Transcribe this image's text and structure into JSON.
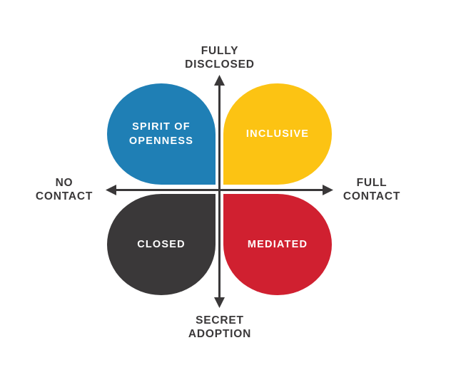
{
  "colors": {
    "axis": "#3A3839",
    "axis_label_text": "#3A3839",
    "petal_text": "#FFFFFF"
  },
  "axes": {
    "top": {
      "line1": "FULLY",
      "line2": "DISCLOSED"
    },
    "bottom": {
      "line1": "SECRET",
      "line2": "ADOPTION"
    },
    "left": {
      "line1": "NO",
      "line2": "CONTACT"
    },
    "right": {
      "line1": "FULL",
      "line2": "CONTACT"
    }
  },
  "quadrants": {
    "top_left": {
      "line1": "SPIRIT OF",
      "line2": "OPENNESS",
      "color": "#1F7FB5"
    },
    "top_right": {
      "label": "INCLUSIVE",
      "color": "#FCC313"
    },
    "bottom_left": {
      "label": "CLOSED",
      "color": "#3A3839"
    },
    "bottom_right": {
      "label": "MEDIATED",
      "color": "#D02030"
    }
  }
}
